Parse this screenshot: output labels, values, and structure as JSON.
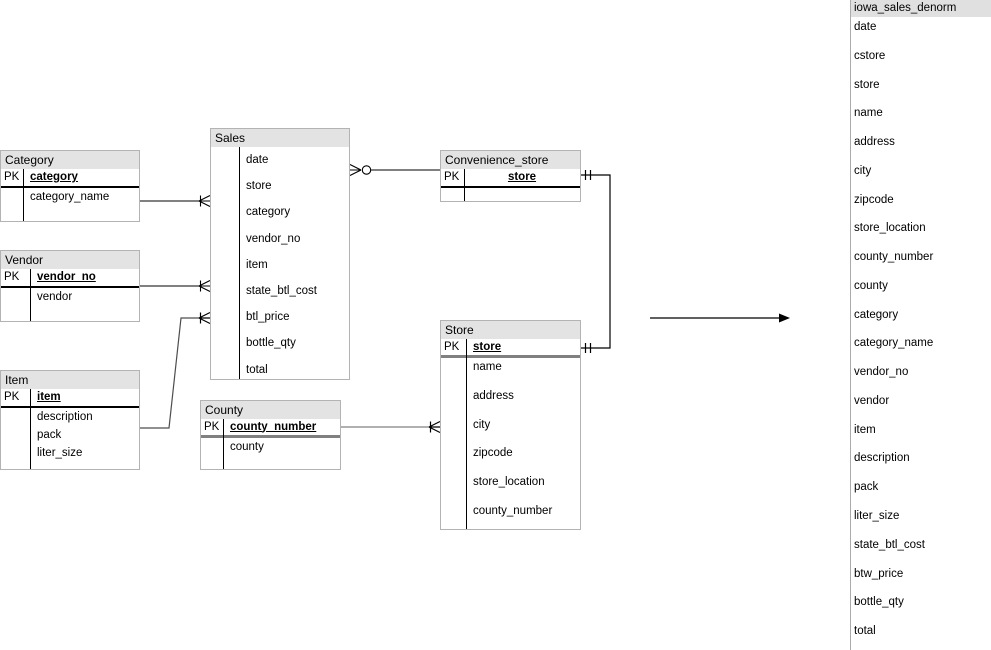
{
  "colors": {
    "table_header_bg": "#e3e3e3",
    "table_border": "#b3b3b3",
    "connector_line": "#000000",
    "muted_line": "#808080"
  },
  "tables": {
    "category": {
      "title": "Category",
      "pk_label": "PK",
      "pk": "category",
      "fields": [
        "category_name"
      ]
    },
    "vendor": {
      "title": "Vendor",
      "pk_label": "PK",
      "pk": "vendor_no",
      "fields": [
        "vendor"
      ]
    },
    "item": {
      "title": "Item",
      "pk_label": "PK",
      "pk": "item",
      "fields": [
        "description",
        "pack",
        "liter_size"
      ]
    },
    "sales": {
      "title": "Sales",
      "fields": [
        "date",
        "store",
        "category",
        "vendor_no",
        "item",
        "state_btl_cost",
        "btl_price",
        "bottle_qty",
        "total"
      ]
    },
    "convenience_store": {
      "title": "Convenience_store",
      "pk_label": "PK",
      "pk": "store",
      "fields": []
    },
    "store": {
      "title": "Store",
      "pk_label": "PK",
      "pk": "store",
      "fields": [
        "name",
        "address",
        "city",
        "zipcode",
        "store_location",
        "county_number"
      ]
    },
    "county": {
      "title": "County",
      "pk_label": "PK",
      "pk": "county_number",
      "fields": [
        "county"
      ]
    }
  },
  "denorm": {
    "title": "iowa_sales_denorm",
    "fields": [
      "date",
      "cstore",
      "store",
      "name",
      "address",
      "city",
      "zipcode",
      "store_location",
      "county_number",
      "county",
      "category",
      "category_name",
      "vendor_no",
      "vendor",
      "item",
      "description",
      "pack",
      "liter_size",
      "state_btl_cost",
      "btw_price",
      "bottle_qty",
      "total"
    ]
  },
  "relationships": [
    {
      "from": "Category",
      "to": "Sales",
      "sales_end": "one-or-many"
    },
    {
      "from": "Vendor",
      "to": "Sales",
      "sales_end": "one-or-many"
    },
    {
      "from": "Item",
      "to": "Sales",
      "sales_end": "one-or-many"
    },
    {
      "from": "Sales",
      "to": "Convenience_store",
      "sales_end": "zero-or-many"
    },
    {
      "from": "Convenience_store",
      "to": "Store",
      "ends": "one-and-only-one"
    },
    {
      "from": "County",
      "to": "Store",
      "store_end": "one-or-many"
    }
  ]
}
